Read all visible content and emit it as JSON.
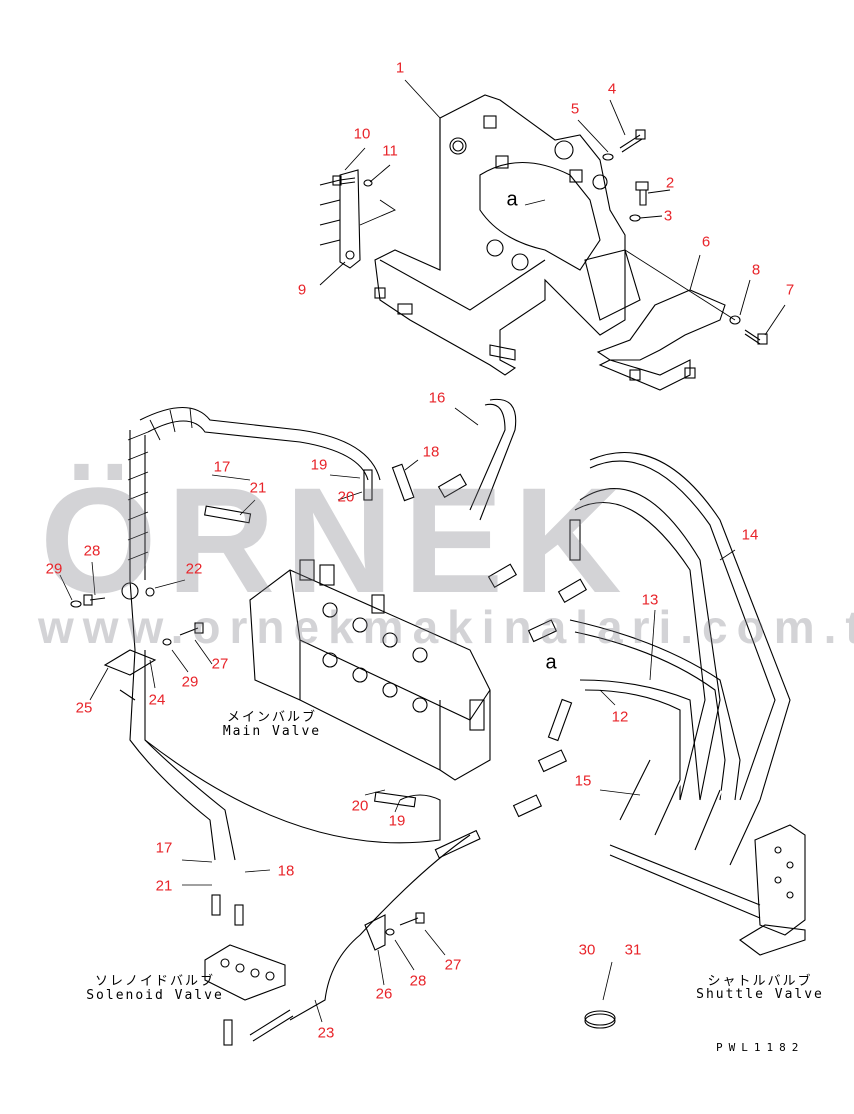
{
  "watermark": {
    "brand": "ÖRNEK",
    "url": "www.ornekmakinalari.com.tr"
  },
  "diagram_code": "PWL1182",
  "view_ref": "a",
  "components": {
    "main_valve": {
      "jp": "メインバルブ",
      "en": "Main Valve"
    },
    "solenoid_valve": {
      "jp": "ソレノイドバルブ",
      "en": "Solenoid Valve"
    },
    "shuttle_valve": {
      "jp": "シャトルバルブ",
      "en": "Shuttle Valve"
    }
  },
  "part_labels": [
    "1",
    "4",
    "5",
    "10",
    "11",
    "2",
    "3",
    "6",
    "8",
    "7",
    "9",
    "16",
    "18",
    "19",
    "17",
    "21",
    "20",
    "14",
    "28",
    "29",
    "22",
    "13",
    "27",
    "29",
    "24",
    "25",
    "12",
    "15",
    "20",
    "19",
    "17",
    "18",
    "21",
    "27",
    "28",
    "26",
    "30",
    "31",
    "23"
  ],
  "colors": {
    "label": "#e8242a",
    "line": "#000000",
    "watermark": "#78788a"
  }
}
